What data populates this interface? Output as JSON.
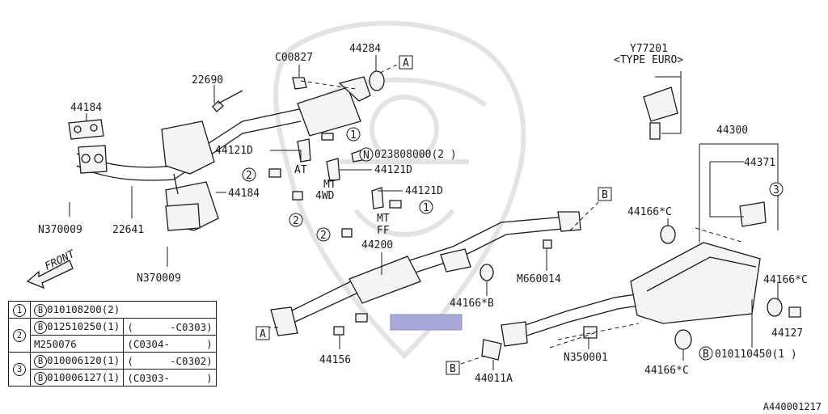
{
  "labels": {
    "c00827": "C00827",
    "p44284": "44284",
    "refA1": "A",
    "y77201": "Y77201",
    "typeEuro": "<TYPE EURO>",
    "p22690": "22690",
    "p44184a": "44184",
    "p44121d1": "44121D",
    "at": "AT",
    "n023": "023808000(2 )",
    "p44121d2": "44121D",
    "mt4wd_mt": "MT",
    "mt4wd_4wd": "4WD",
    "p44121d3": "44121D",
    "p44184b": "44184",
    "mtff_mt": "MT",
    "mtff_ff": "FF",
    "n370009a": "N370009",
    "p22641": "22641",
    "n370009b": "N370009",
    "p44200": "44200",
    "refB1": "B",
    "m660014": "M660014",
    "p44166b": "44166*B",
    "p44300": "44300",
    "p44371": "44371",
    "p44166c1": "44166*C",
    "p44166c2": "44166*C",
    "p44127": "44127",
    "refA2": "A",
    "p44156": "44156",
    "refB2": "B",
    "p44011a": "44011A",
    "n350001": "N350001",
    "p44166c3": "44166*C",
    "b010110450": "010110450(1 )",
    "front": "FRONT",
    "c1": "1",
    "c2": "2",
    "c3": "3",
    "nMark": "N",
    "bMark": "B"
  },
  "table": {
    "r1": {
      "num": "1",
      "part": "010108200(2)"
    },
    "r2": {
      "num": "2",
      "part": "012510250(1)",
      "range": "(      -C0303)"
    },
    "r3": {
      "part": "M250076",
      "range": "(C0304-      )"
    },
    "r4": {
      "num": "3",
      "part": "010006120(1)",
      "range": "(      -C0302)"
    },
    "r5": {
      "part": "010006127(1)",
      "range": "(C0303-      )"
    },
    "bMark": "B"
  },
  "diagram_code": "A440001217"
}
